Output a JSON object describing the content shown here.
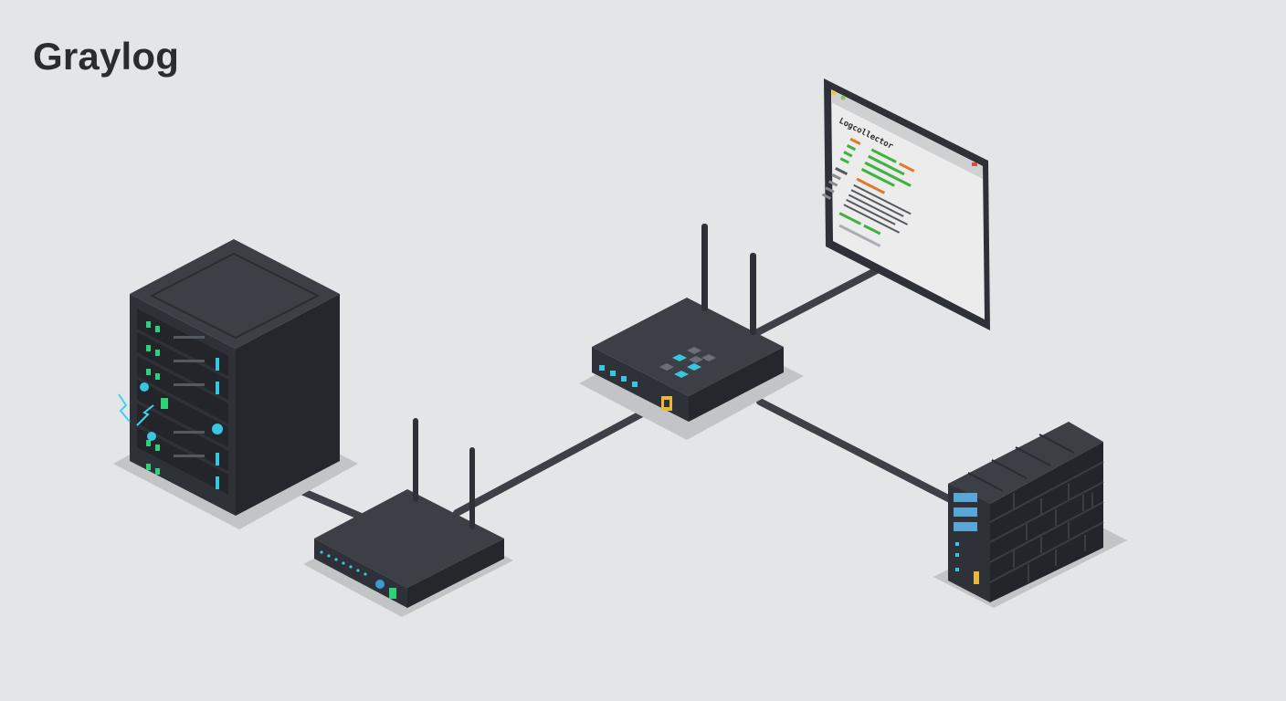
{
  "page": {
    "title": "Graylog"
  },
  "monitor": {
    "app_title": "Logcollector"
  },
  "colors": {
    "background": "#e4e5e6",
    "device_top": "#3c3f46",
    "device_left": "#2e3137",
    "device_right": "#25272c",
    "cable": "#3d4047",
    "led_cyan": "#38c6e0",
    "led_green": "#2fd07a",
    "log_green": "#3fb13f",
    "log_orange": "#e07a2a",
    "accent_yellow": "#e9b83a"
  },
  "nodes": [
    {
      "id": "server-rack",
      "icon": "server-rack-icon"
    },
    {
      "id": "router-small",
      "icon": "wireless-router-icon"
    },
    {
      "id": "router-main",
      "icon": "wireless-router-icon"
    },
    {
      "id": "log-monitor",
      "icon": "monitor-icon"
    },
    {
      "id": "firewall",
      "icon": "firewall-icon"
    }
  ],
  "edges": [
    {
      "from": "server-rack",
      "to": "router-small"
    },
    {
      "from": "router-small",
      "to": "router-main"
    },
    {
      "from": "router-main",
      "to": "log-monitor"
    },
    {
      "from": "router-main",
      "to": "firewall"
    }
  ]
}
